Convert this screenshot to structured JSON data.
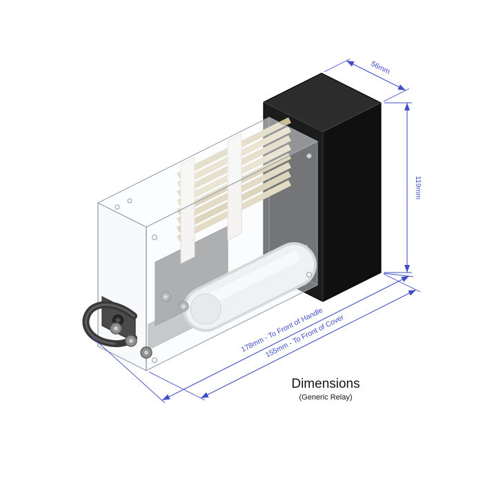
{
  "drawing": {
    "title": "Dimensions",
    "subtitle": "(Generic Relay)",
    "dimensions": {
      "depth": "56mm",
      "height": "119mm",
      "length_to_handle": "178mm - To Front of Handle",
      "length_to_cover": "155mm - To Front of Cover"
    },
    "colors": {
      "dimension_blue": "#3E4EC8",
      "rear_block_black": "#101010",
      "contact_stack_tan": "#D8C7A1",
      "cover_edge_gray": "#9AA1AB",
      "background": "#FFFFFF"
    }
  }
}
